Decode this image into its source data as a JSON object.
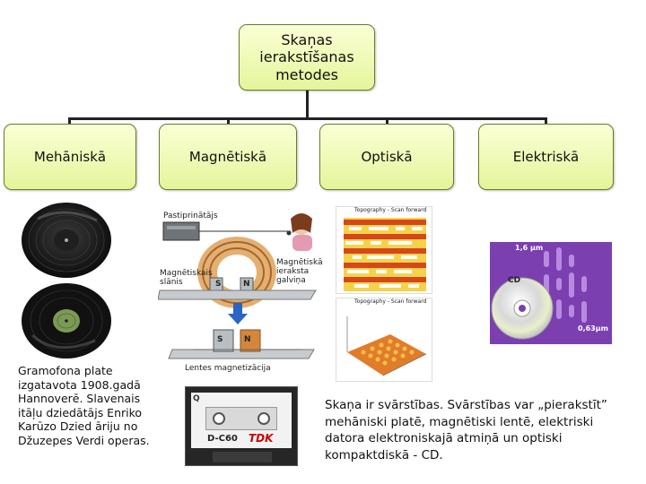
{
  "root": {
    "label": "Skaņas ierakstīšanas metodes"
  },
  "children": [
    {
      "label": "Mehāniskā"
    },
    {
      "label": "Magnētiskā"
    },
    {
      "label": "Optiskā"
    },
    {
      "label": "Elektriskā"
    }
  ],
  "magnetic_labels": {
    "amplifier": "Pastiprinātājs",
    "layer": "Magnētiskais slānis",
    "head": "Magnētiskā ieraksta galviņa",
    "tape": "Lentes magnetizācija",
    "pole_s": "S",
    "pole_n": "N",
    "tdk": "TDK",
    "d60": "D-C60",
    "cassette_label": "Q"
  },
  "electric_labels": {
    "top_measure": "1,6 μm",
    "cd": "CD",
    "bottom_measure": "0,63μm"
  },
  "optical_labels": {
    "t1": "Topography - Scan forward",
    "t2": "Topography - Scan forward"
  },
  "texts": {
    "left": "Gramofona plate izgatavota 1908.gadā Hannoverē. Slavenais itāļu dziedātājs Enriko Karūzo Dzied āriju no Džuzepes Verdi operas.",
    "right": "Skaņa ir svārstības. Svārstības var „pierakstīt” mehāniski platē, magnētiski lentē, elektriski datora elektroniskajā atmiņā un optiski kompaktdiskā - CD."
  },
  "colors": {
    "node_top": "#fbffd6",
    "node_bottom": "#e4f59a",
    "node_border": "#6a7a2a",
    "line": "#222222",
    "cd_purple": "#7b3fb0",
    "tape_brown": "#c9823c"
  }
}
